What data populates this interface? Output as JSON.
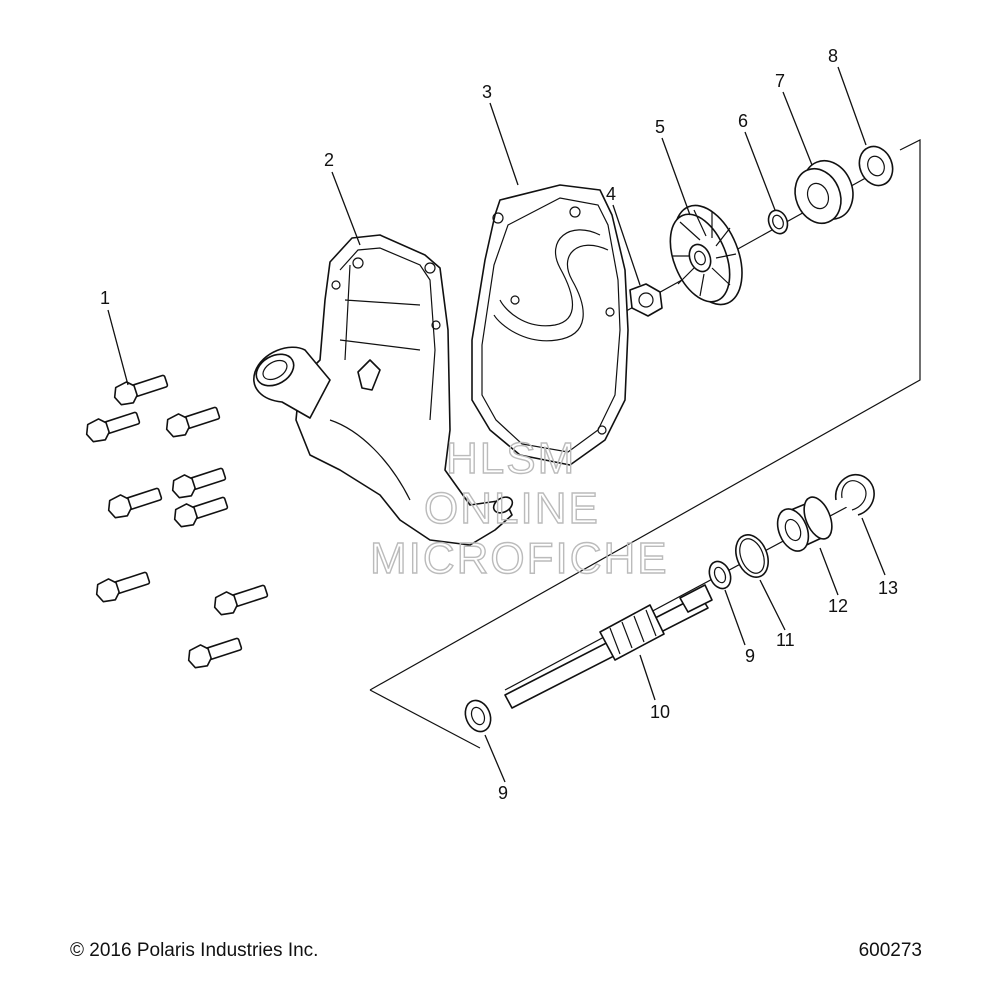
{
  "callouts": {
    "c1": "1",
    "c2": "2",
    "c3": "3",
    "c4": "4",
    "c5": "5",
    "c6": "6",
    "c7": "7",
    "c8": "8",
    "c9a": "9",
    "c9b": "9",
    "c10": "10",
    "c11": "11",
    "c12": "12",
    "c13": "13"
  },
  "watermark": {
    "line1": "HLSM",
    "line2": "ONLINE",
    "line3": "MICROFICHE"
  },
  "footer": {
    "copyright": "© 2016 Polaris Industries Inc.",
    "figure_number": "600273"
  }
}
